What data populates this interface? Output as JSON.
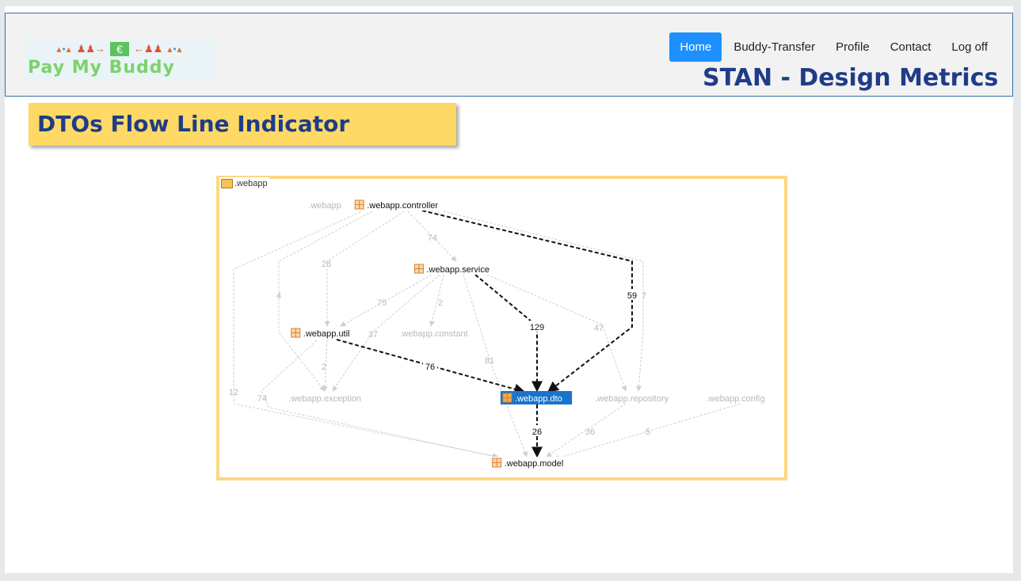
{
  "header": {
    "logo_text": "Pay My Buddy",
    "logo_currency": "€",
    "nav": [
      {
        "label": "Home",
        "active": true
      },
      {
        "label": "Buddy-Transfer",
        "active": false
      },
      {
        "label": "Profile",
        "active": false
      },
      {
        "label": "Contact",
        "active": false
      },
      {
        "label": "Log off",
        "active": false
      }
    ],
    "slide_title": "STAN - Design Metrics"
  },
  "banner": {
    "title": "DTOs Flow Line Indicator"
  },
  "diagram": {
    "container_label": ".webapp",
    "nodes": [
      {
        "id": "webapp",
        "label": ".webapp",
        "active": false,
        "selected": false
      },
      {
        "id": "controller",
        "label": ".webapp.controller",
        "active": true,
        "selected": false
      },
      {
        "id": "service",
        "label": ".webapp.service",
        "active": true,
        "selected": false
      },
      {
        "id": "util",
        "label": ".webapp.util",
        "active": true,
        "selected": false
      },
      {
        "id": "constant",
        "label": ".webapp.constant",
        "active": false,
        "selected": false
      },
      {
        "id": "exception",
        "label": ".webapp.exception",
        "active": false,
        "selected": false
      },
      {
        "id": "dto",
        "label": ".webapp.dto",
        "active": true,
        "selected": true
      },
      {
        "id": "repository",
        "label": ".webapp.repository",
        "active": false,
        "selected": false
      },
      {
        "id": "config",
        "label": ".webapp.config",
        "active": false,
        "selected": false
      },
      {
        "id": "model",
        "label": ".webapp.model",
        "active": true,
        "selected": false
      }
    ],
    "edges": [
      {
        "from": "controller",
        "to": "dto",
        "label": "59",
        "highlight": true
      },
      {
        "from": "service",
        "to": "dto",
        "label": "129",
        "highlight": true
      },
      {
        "from": "util",
        "to": "dto",
        "label": "76",
        "highlight": true
      },
      {
        "from": "dto",
        "to": "model",
        "label": "26",
        "highlight": true
      },
      {
        "from": "controller",
        "to": "service",
        "label": "74",
        "highlight": false
      },
      {
        "from": "controller",
        "to": "util",
        "label": "28",
        "highlight": false
      },
      {
        "from": "controller",
        "to": "exception",
        "label": "4",
        "highlight": false
      },
      {
        "from": "controller",
        "to": "model",
        "label": "12",
        "highlight": false
      },
      {
        "from": "controller",
        "to": "repository",
        "label": "7",
        "highlight": false
      },
      {
        "from": "service",
        "to": "util",
        "label": "75",
        "highlight": false
      },
      {
        "from": "service",
        "to": "constant",
        "label": "2",
        "highlight": false
      },
      {
        "from": "service",
        "to": "exception",
        "label": "37",
        "highlight": false
      },
      {
        "from": "service",
        "to": "model",
        "label": "81",
        "highlight": false
      },
      {
        "from": "service",
        "to": "repository",
        "label": "47",
        "highlight": false
      },
      {
        "from": "util",
        "to": "exception",
        "label": "2",
        "highlight": false
      },
      {
        "from": "util",
        "to": "model",
        "label": "74",
        "highlight": false
      },
      {
        "from": "repository",
        "to": "model",
        "label": "36",
        "highlight": false
      },
      {
        "from": "config",
        "to": "model",
        "label": "5",
        "highlight": false
      }
    ],
    "colors": {
      "highlight_edge": "#111111",
      "faded_edge": "#cfcfcf",
      "faded_text": "#b8b8b8",
      "selected_bg": "#1874cd",
      "package_icon": "#d9822b",
      "border": "#fcd882"
    }
  }
}
